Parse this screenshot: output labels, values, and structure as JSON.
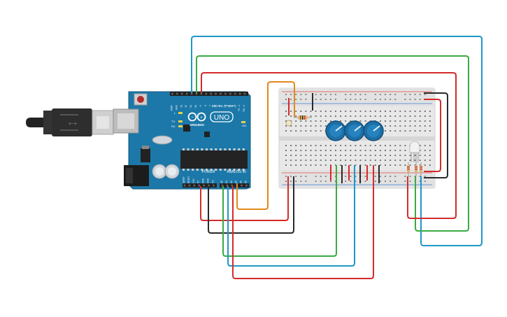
{
  "arduino": {
    "brand": "ARDUINO",
    "model": "UNO",
    "label_digital": "DIGITAL (PWM~)",
    "label_power": "POWER",
    "label_analog": "ANALOG IN",
    "label_on": "ON",
    "label_tx": "TX",
    "label_rx": "RX",
    "label_l": "L",
    "digital_pins": [
      "AREF",
      "GND",
      "13",
      "12",
      "~11",
      "~10",
      "~9",
      "8",
      "7",
      "~6",
      "~5",
      "4",
      "~3",
      "2",
      "TX→1",
      "RX←0"
    ],
    "power_pins": [
      "IOREF",
      "RESET",
      "3.3V",
      "5V",
      "GND",
      "GND",
      "Vin"
    ],
    "analog_pins": [
      "A0",
      "A1",
      "A2",
      "A3",
      "A4",
      "A5"
    ]
  },
  "wire_colors": {
    "red": "#d42b2b",
    "black": "#2a2a2a",
    "blue": "#1f97c9",
    "green": "#3aaa42",
    "orange": "#e08a1a"
  },
  "board_color": "#1b78a8",
  "potentiometer_color": "#1d6fa5"
}
